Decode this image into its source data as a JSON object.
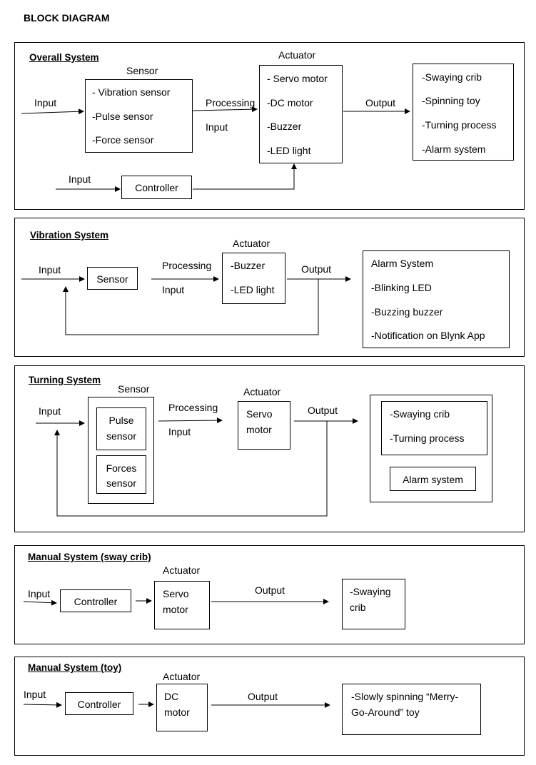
{
  "title": "BLOCK DIAGRAM",
  "overall": {
    "title": "Overall System",
    "sensor_label": "Sensor",
    "sensor_items": [
      "- Vibration sensor",
      "-Pulse sensor",
      "-Force sensor"
    ],
    "input1": "Input",
    "processing": "Processing",
    "processing_input": "Input",
    "actuator_label": "Actuator",
    "actuator_items": [
      "- Servo motor",
      "-DC motor",
      "-Buzzer",
      "-LED light"
    ],
    "output": "Output",
    "output_items": [
      "-Swaying crib",
      "-Spinning toy",
      "-Turning process",
      "-Alarm system"
    ],
    "input2": "Input",
    "controller": "Controller"
  },
  "vibration": {
    "title": "Vibration System",
    "input": "Input",
    "sensor": "Sensor",
    "processing": "Processing",
    "processing_input": "Input",
    "actuator_label": "Actuator",
    "actuator_items": [
      "-Buzzer",
      "-LED light"
    ],
    "output": "Output",
    "output_items": [
      "Alarm System",
      "-Blinking LED",
      "-Buzzing buzzer",
      "-Notification on Blynk App"
    ]
  },
  "turning": {
    "title": "Turning System",
    "sensor_label": "Sensor",
    "input": "Input",
    "pulse_line1": "Pulse",
    "pulse_line2": "sensor",
    "forces_line1": "Forces",
    "forces_line2": "sensor",
    "processing": "Processing",
    "processing_input": "Input",
    "actuator_label": "Actuator",
    "servo_line1": "Servo",
    "servo_line2": "motor",
    "output": "Output",
    "output_items": [
      "-Swaying crib",
      "-Turning process"
    ],
    "alarm": "Alarm system"
  },
  "manual_sway": {
    "title": "Manual System (sway crib)",
    "input": "Input",
    "controller": "Controller",
    "actuator_label": "Actuator",
    "servo_line1": "Servo",
    "servo_line2": "motor",
    "output": "Output",
    "result_line1": "-Swaying",
    "result_line2": "crib"
  },
  "manual_toy": {
    "title": "Manual System (toy)",
    "input": "Input",
    "controller": "Controller",
    "actuator_label": "Actuator",
    "dc_line1": "DC",
    "dc_line2": "motor",
    "output": "Output",
    "result_line1": "-Slowly spinning “Merry-",
    "result_line2": "Go-Around” toy"
  }
}
